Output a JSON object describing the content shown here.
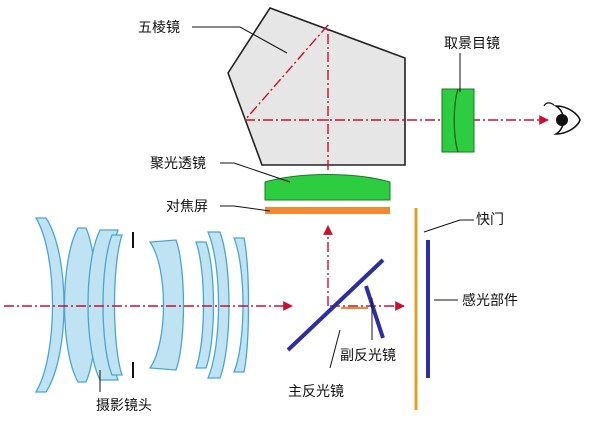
{
  "labels": {
    "pentaprism": "五棱镜",
    "eyepiece": "取景目镜",
    "condenser": "聚光透镜",
    "focus_screen": "对焦屏",
    "shutter": "快门",
    "sensor": "感光部件",
    "sub_mirror": "副反光镜",
    "main_mirror": "主反光镜",
    "lens": "摄影镜头"
  },
  "colors": {
    "prism_fill": "#e6e6e6",
    "prism_stroke": "#222222",
    "green_lens": "#2ecc40",
    "focus_screen": "#f08a30",
    "mirror": "#2b2fa0",
    "shutter": "#e0a020",
    "ray": "#c8102e",
    "camera_lens": "#bfe3f2"
  },
  "icons": [
    "eye-icon",
    "arrow-icon"
  ]
}
